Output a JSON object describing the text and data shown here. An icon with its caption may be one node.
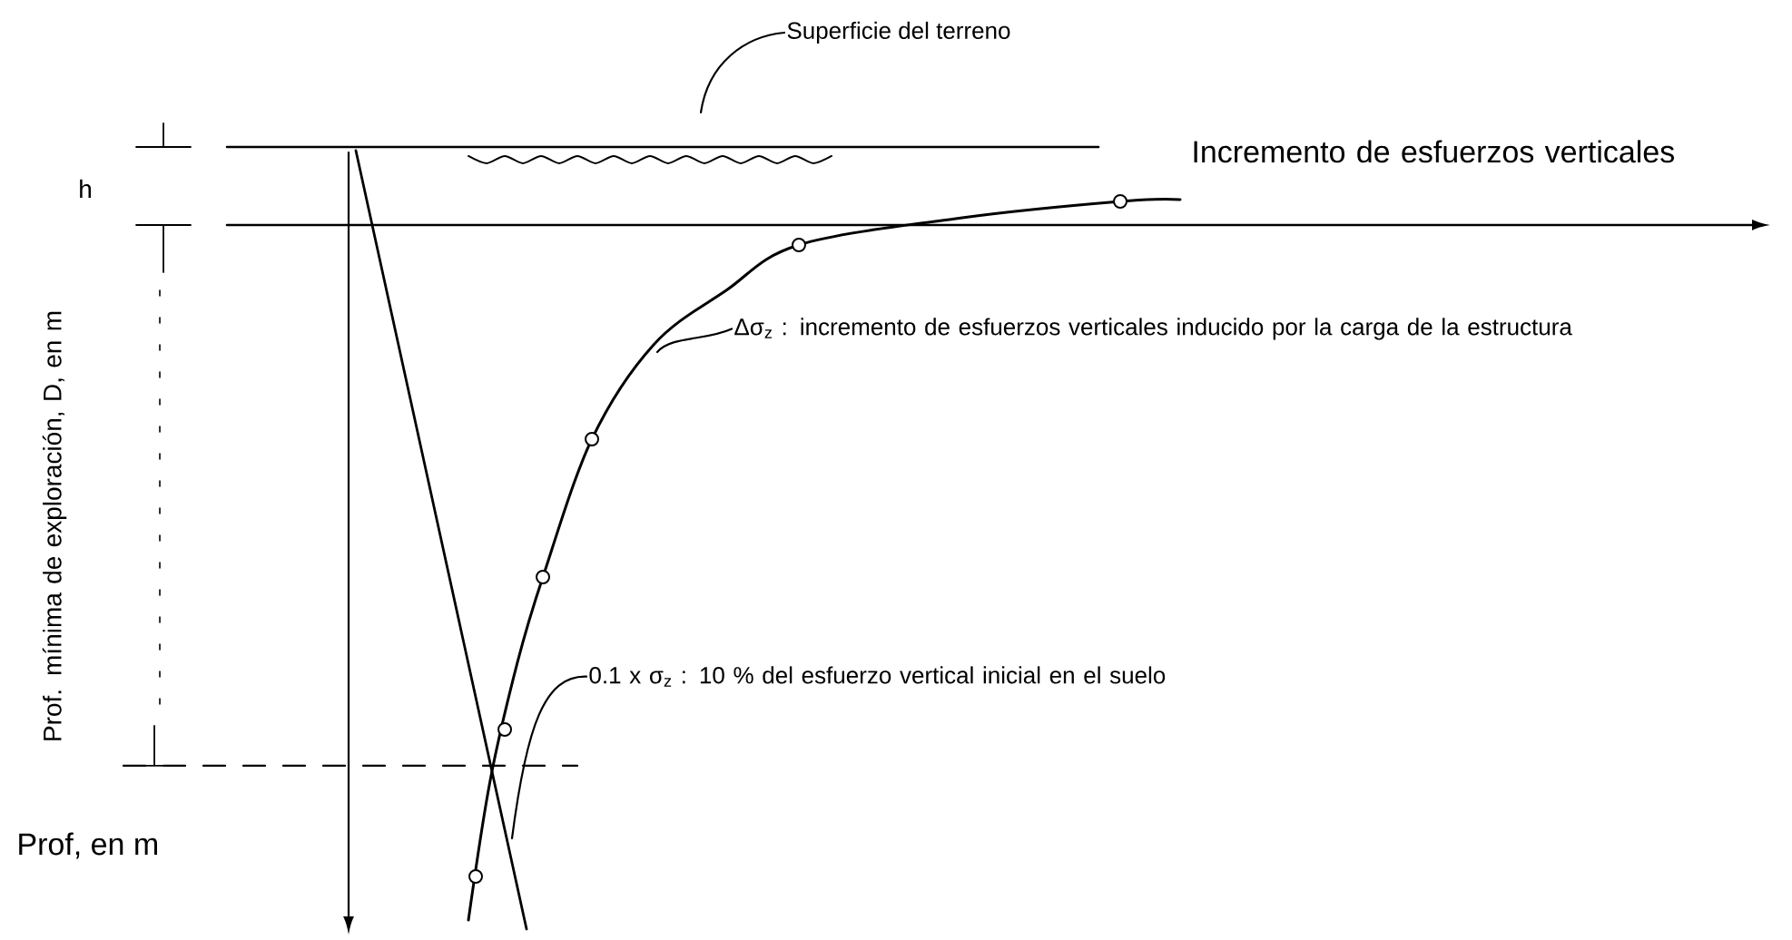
{
  "diagram": {
    "nodes": [
      {
        "text": [
          "Superficie del terreno"
        ]
      },
      {
        "text": [
          "Δσ$_{z}$ : incremento de esfuerzos verticales inducido por la carga de la estructura"
        ]
      },
      {
        "text": [
          "0.1 x σ$_{z}$ : 10 % del esfuerzo vertical inicial en el suelo"
        ]
      }
    ],
    "edges": [
      {
        "from": 0,
        "to": null,
        "arrow": "none"
      },
      {
        "from": 1,
        "to": null,
        "arrow": "none"
      },
      {
        "from": 2,
        "to": null,
        "arrow": "none"
      }
    ],
    "labels": [
      "Incremento de esfuerzos verticales",
      "h",
      "Prof. mínima de exploración, D, en m",
      "Prof, en m"
    ]
  }
}
